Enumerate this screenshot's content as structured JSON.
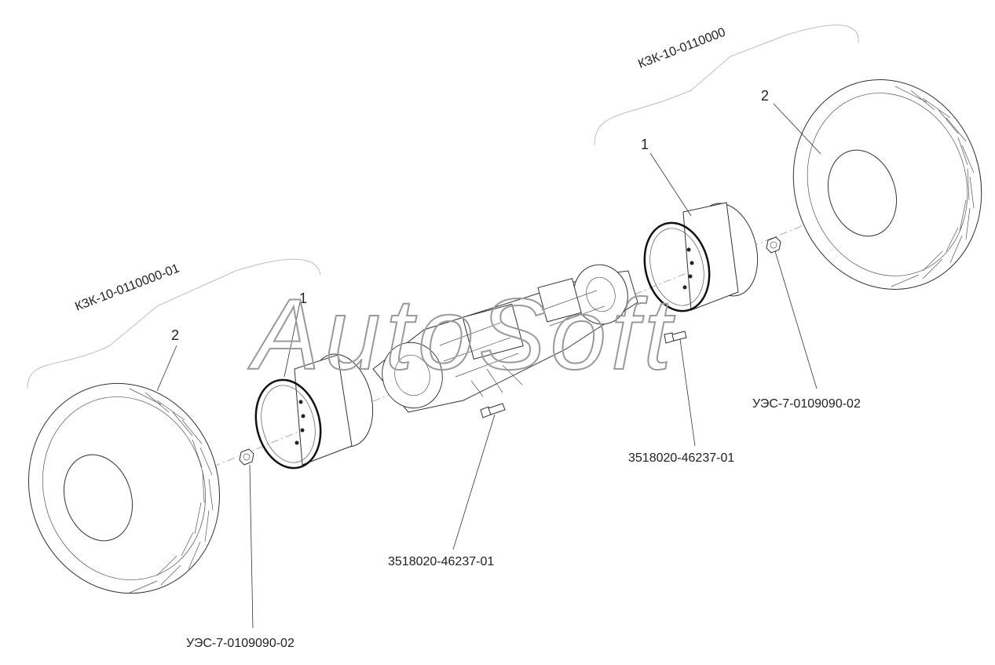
{
  "watermark": "AutoSoft",
  "groups": {
    "right": "КЗК-10-0110000",
    "left": "КЗК-10-0110000-01"
  },
  "callouts": {
    "right_tire": "2",
    "right_rim": "1",
    "left_tire": "2",
    "left_rim": "1",
    "right_nut": "УЭС-7-0109090-02",
    "left_nut": "УЭС-7-0109090-02",
    "right_bolt": "3518020-46237-01",
    "left_bolt": "3518020-46237-01"
  }
}
